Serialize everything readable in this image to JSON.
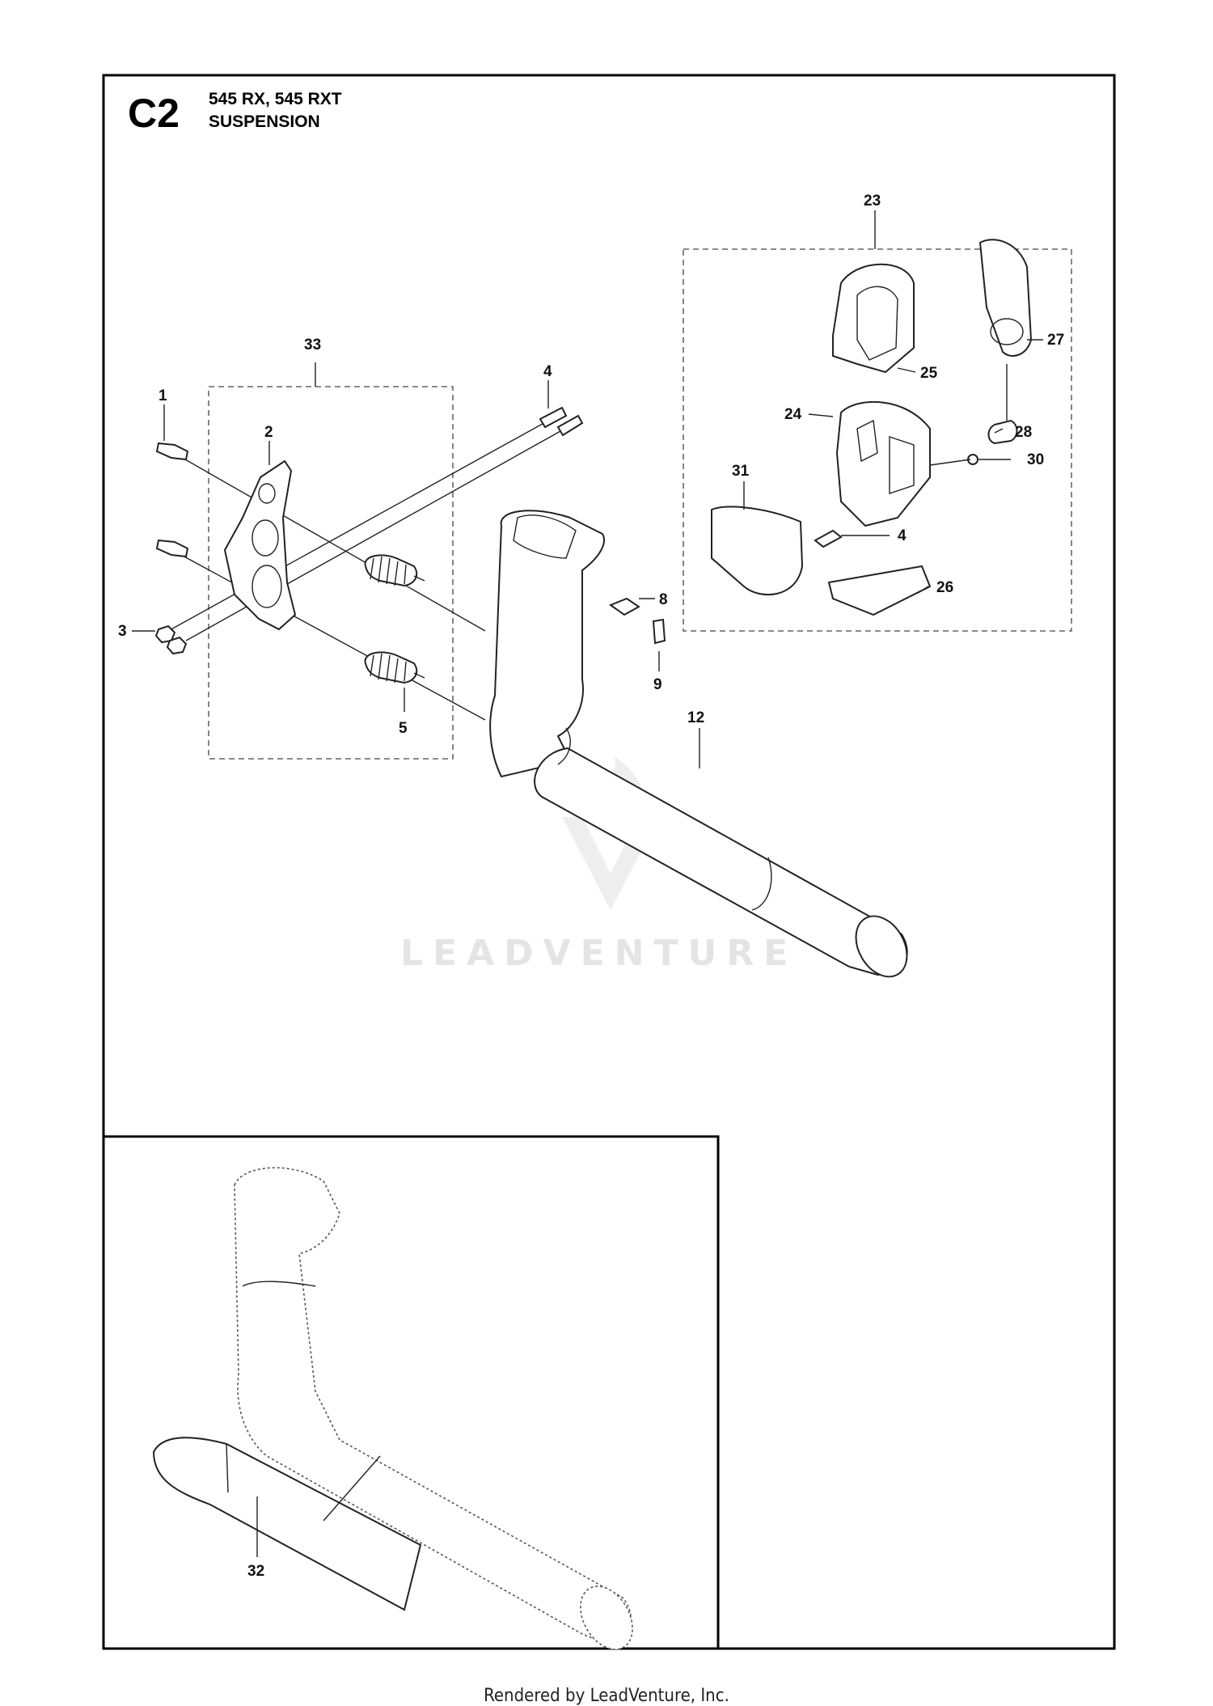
{
  "header": {
    "code": "C2",
    "models": "545 RX, 545 RXT",
    "section": "SUSPENSION"
  },
  "watermark": "LEADVENTURE",
  "footer": "Rendered by LeadVenture, Inc.",
  "callouts": {
    "p1": "1",
    "p2": "2",
    "p3": "3",
    "p4a": "4",
    "p4b": "4",
    "p5": "5",
    "p8": "8",
    "p9": "9",
    "p12": "12",
    "p23": "23",
    "p24": "24",
    "p25": "25",
    "p26": "26",
    "p27": "27",
    "p28": "28",
    "p30": "30",
    "p31": "31",
    "p32": "32",
    "p33": "33"
  }
}
